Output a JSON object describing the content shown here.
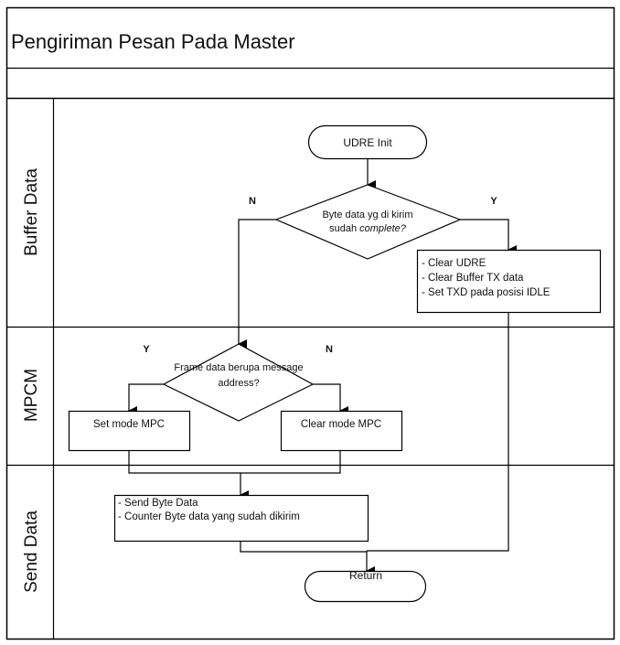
{
  "diagram": {
    "title": "Pengiriman Pesan Pada Master",
    "lanes": [
      {
        "label": "Buffer Data"
      },
      {
        "label": "MPCM"
      },
      {
        "label": "Send Data"
      }
    ],
    "nodes": {
      "start": {
        "label": "UDRE Init"
      },
      "decision1": {
        "line1": "Byte data yg di kirim",
        "line2_prefix": "sudah ",
        "line2_italic": "complete?"
      },
      "decision1_no": "N",
      "decision1_yes": "Y",
      "clear_box": {
        "lines": [
          "- Clear UDRE",
          "- Clear Buffer  TX data",
          "- Set TXD pada posisi IDLE"
        ]
      },
      "decision2": {
        "line1": "Frame  data  berupa  message",
        "line2": "address?"
      },
      "decision2_yes": "Y",
      "decision2_no": "N",
      "set_mpc": {
        "label": "Set mode  MPC"
      },
      "clear_mpc": {
        "label": "Clear mode  MPC"
      },
      "send_box": {
        "lines": [
          "- Send Byte Data",
          "- Counter  Byte data yang sudah dikirim"
        ]
      },
      "end": {
        "label": "Return"
      }
    }
  }
}
